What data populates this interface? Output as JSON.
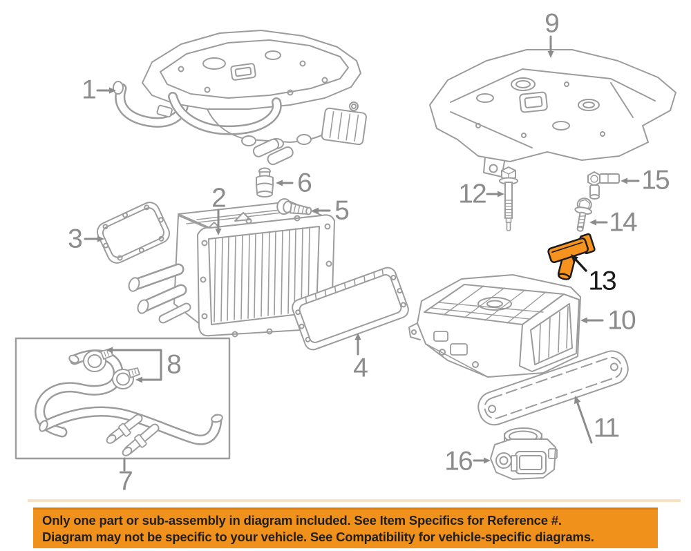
{
  "page": {
    "background": "#FFFFFF"
  },
  "diagram": {
    "line_color": "#9C9C9C",
    "callout_color": "#8C8C8C",
    "highlight_callout_color": "#1B1B1B",
    "highlight_part_color": "#F6921E",
    "highlighted_callout": "13",
    "callouts": [
      {
        "number": "1"
      },
      {
        "number": "2"
      },
      {
        "number": "3"
      },
      {
        "number": "4"
      },
      {
        "number": "5"
      },
      {
        "number": "6"
      },
      {
        "number": "7"
      },
      {
        "number": "8"
      },
      {
        "number": "9"
      },
      {
        "number": "10"
      },
      {
        "number": "11"
      },
      {
        "number": "12"
      },
      {
        "number": "13",
        "highlighted": true
      },
      {
        "number": "14"
      },
      {
        "number": "15"
      },
      {
        "number": "16"
      }
    ]
  },
  "banner": {
    "background": "#F0911C",
    "text_color": "#231F20",
    "line1": "Only one part or sub-assembly in diagram included. See Item Specifics for Reference #.",
    "line2": "Diagram may not be specific to your vehicle. See Compatibility for vehicle-specific diagrams."
  }
}
